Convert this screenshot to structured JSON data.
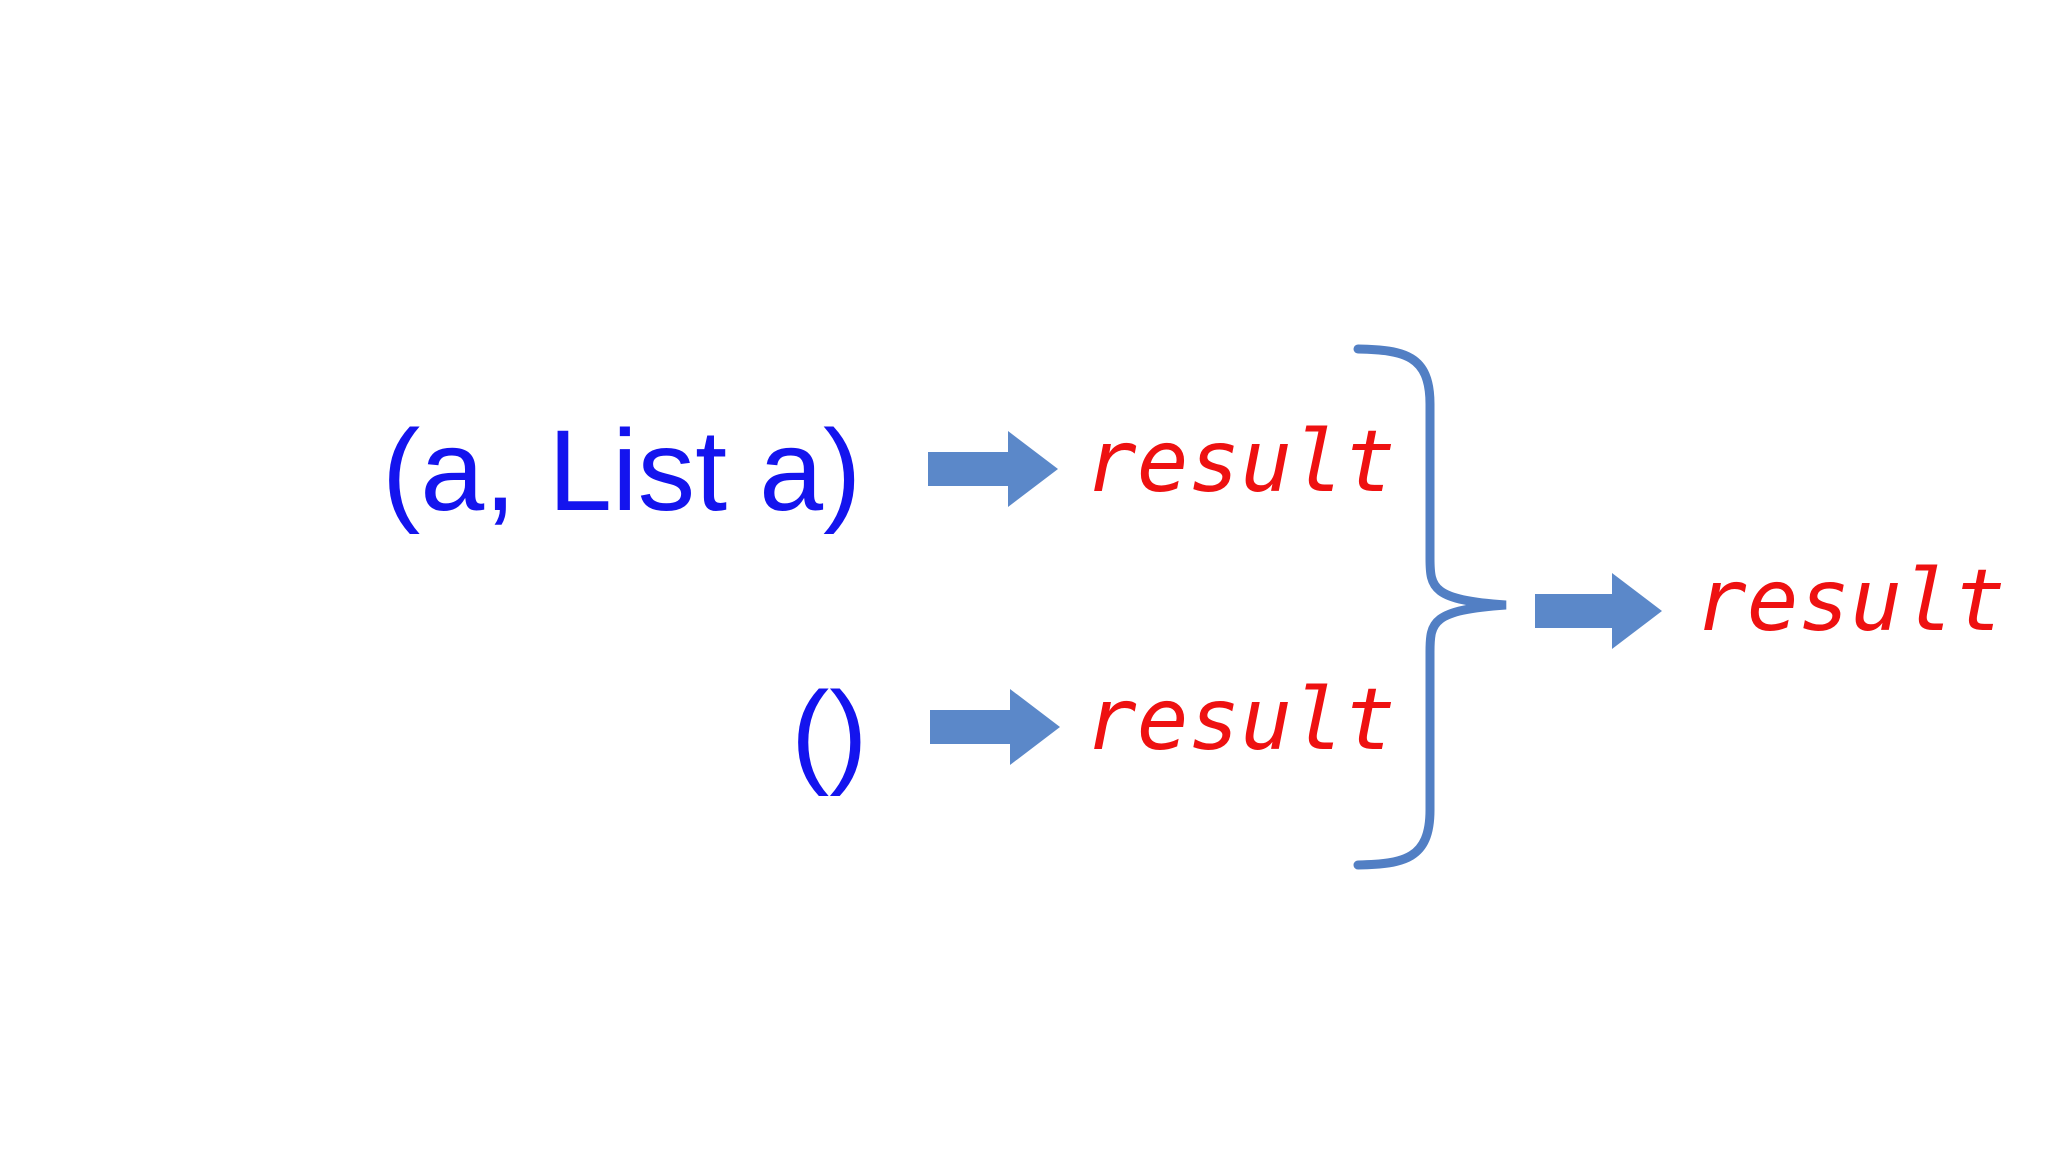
{
  "diagram": {
    "patterns": [
      {
        "text": "(a, List a)",
        "result": "result"
      },
      {
        "text": "()",
        "result": "result"
      }
    ],
    "combined_result": "result"
  },
  "colors": {
    "pattern_blue": "#1414ee",
    "result_red": "#ee1111",
    "arrow_blue": "#5b88c9",
    "brace_blue": "#527fc4",
    "background": "#ffffff"
  }
}
